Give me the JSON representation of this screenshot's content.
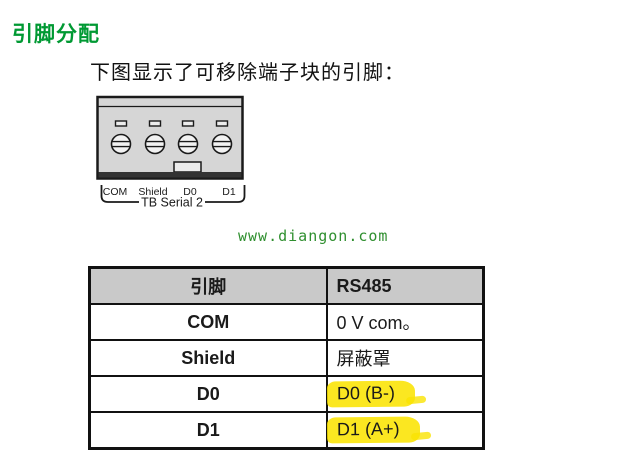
{
  "page": {
    "title": "引脚分配",
    "intro": "下图显示了可移除端子块的引脚："
  },
  "colors": {
    "title_green": "#009933",
    "watermark_green": "#2f8f2f",
    "highlight_yellow": "#fae402",
    "table_header_gray": "#c9c9c9",
    "block_gray": "#d6d6d6"
  },
  "diagram": {
    "pins": [
      "COM",
      "Shield",
      "D0",
      "D1"
    ],
    "connector_label": "TB Serial 2"
  },
  "watermark": "www.diangon.com",
  "table": {
    "headers": {
      "pin": "引脚",
      "rs485": "RS485"
    },
    "rows": [
      {
        "pin": "COM",
        "rs485": "0 V com。",
        "highlight": false
      },
      {
        "pin": "Shield",
        "rs485": "屏蔽罩",
        "highlight": false
      },
      {
        "pin": "D0",
        "rs485": "D0 (B-)",
        "highlight": true
      },
      {
        "pin": "D1",
        "rs485": "D1 (A+)",
        "highlight": true
      }
    ]
  }
}
